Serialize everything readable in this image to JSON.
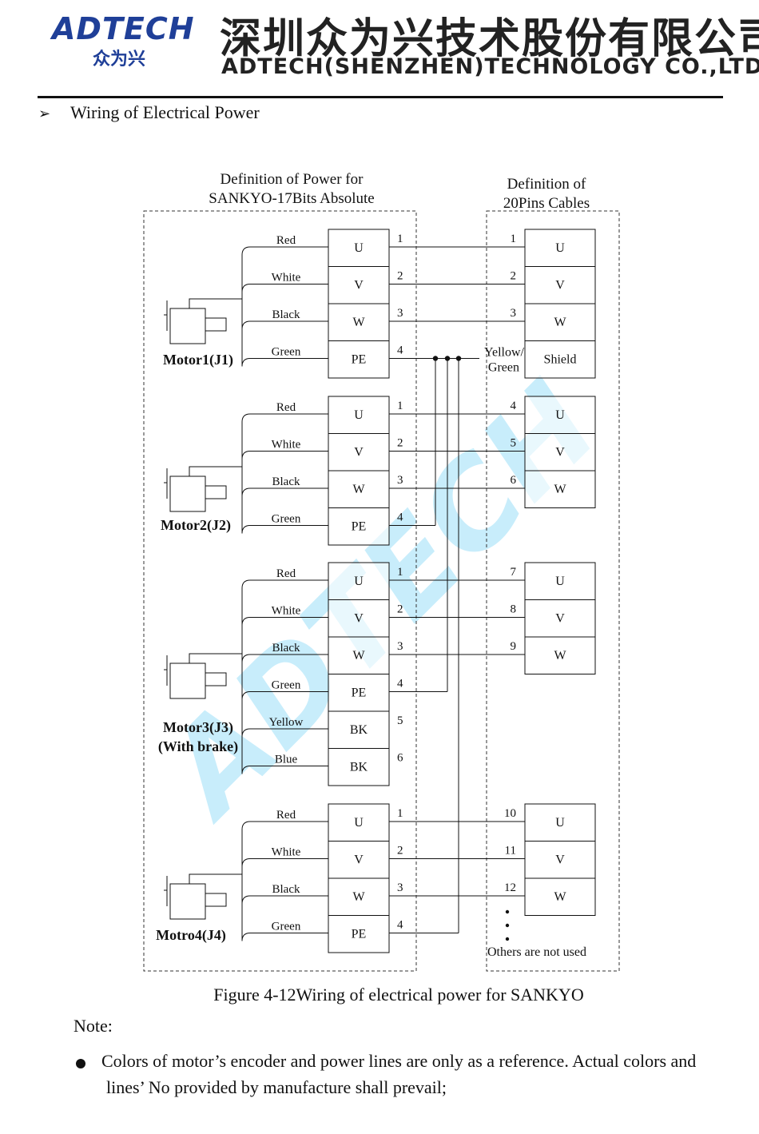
{
  "header": {
    "logo": "ADTECH",
    "logo_cn": "众为兴",
    "company_cn": "深圳众为兴技术股份有限公司",
    "company_en": "ADTECH(SHENZHEN)TECHNOLOGY CO.,LTD."
  },
  "section_title": "Wiring of Electrical Power",
  "diagram": {
    "left_title_1": "Definition of Power for",
    "left_title_2": "SANKYO-17Bits Absolute",
    "right_title_1": "Definition of",
    "right_title_2": "20Pins Cables",
    "motors": [
      {
        "label": "Motor1(J1)",
        "label2": "",
        "terminals": [
          {
            "wire": "Red",
            "name": "U",
            "pin": "1"
          },
          {
            "wire": "White",
            "name": "V",
            "pin": "2"
          },
          {
            "wire": "Black",
            "name": "W",
            "pin": "3"
          },
          {
            "wire": "Green",
            "name": "PE",
            "pin": "4"
          }
        ]
      },
      {
        "label": "Motor2(J2)",
        "label2": "",
        "terminals": [
          {
            "wire": "Red",
            "name": "U",
            "pin": "1"
          },
          {
            "wire": "White",
            "name": "V",
            "pin": "2"
          },
          {
            "wire": "Black",
            "name": "W",
            "pin": "3"
          },
          {
            "wire": "Green",
            "name": "PE",
            "pin": "4"
          }
        ]
      },
      {
        "label": "Motor3(J3)",
        "label2": "(With brake)",
        "terminals": [
          {
            "wire": "Red",
            "name": "U",
            "pin": "1"
          },
          {
            "wire": "White",
            "name": "V",
            "pin": "2"
          },
          {
            "wire": "Black",
            "name": "W",
            "pin": "3"
          },
          {
            "wire": "Green",
            "name": "PE",
            "pin": "4"
          },
          {
            "wire": "Yellow",
            "name": "BK",
            "pin": "5"
          },
          {
            "wire": "Blue",
            "name": "BK",
            "pin": "6"
          }
        ]
      },
      {
        "label": "Motro4(J4)",
        "label2": "",
        "terminals": [
          {
            "wire": "Red",
            "name": "U",
            "pin": "1"
          },
          {
            "wire": "White",
            "name": "V",
            "pin": "2"
          },
          {
            "wire": "Black",
            "name": "W",
            "pin": "3"
          },
          {
            "wire": "Green",
            "name": "PE",
            "pin": "4"
          }
        ]
      }
    ],
    "cable_groups": [
      {
        "terminals": [
          {
            "pin": "1",
            "name": "U"
          },
          {
            "pin": "2",
            "name": "V"
          },
          {
            "pin": "3",
            "name": "W"
          },
          {
            "pin_line1": "Yellow/",
            "pin_line2": "Green",
            "name": "Shield"
          }
        ]
      },
      {
        "terminals": [
          {
            "pin": "4",
            "name": "U"
          },
          {
            "pin": "5",
            "name": "V"
          },
          {
            "pin": "6",
            "name": "W"
          }
        ]
      },
      {
        "terminals": [
          {
            "pin": "7",
            "name": "U"
          },
          {
            "pin": "8",
            "name": "V"
          },
          {
            "pin": "9",
            "name": "W"
          }
        ]
      },
      {
        "terminals": [
          {
            "pin": "10",
            "name": "U"
          },
          {
            "pin": "11",
            "name": "V"
          },
          {
            "pin": "12",
            "name": "W"
          }
        ]
      }
    ],
    "others_text": "Others are not used"
  },
  "caption": "Figure 4-12Wiring of electrical power for SANKYO",
  "note_label": "Note:",
  "note_line1": "Colors of motor’s encoder and power lines are only as a reference. Actual colors and",
  "note_line2": "lines’ No provided by manufacture shall prevail;",
  "colors": {
    "brand": "#1f3f98",
    "watermark": "#bfeafb",
    "ink": "#111111"
  }
}
